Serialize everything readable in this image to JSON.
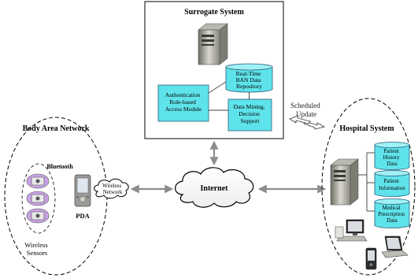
{
  "surrogate": {
    "title": "Surrogate System",
    "auth_module": [
      "Authentication",
      "Role-based",
      "Access Module"
    ],
    "repository": [
      "Real-Time",
      "BAN Data",
      "Repository"
    ],
    "data_mining": [
      "Data Mining,",
      "Decision",
      "Support"
    ]
  },
  "scheduled_update": [
    "Scheduled",
    "Update"
  ],
  "ban": {
    "title": "Body Area Network",
    "bluetooth": "Bluetooth",
    "pda": "PDA",
    "sensors_label": [
      "Wireless",
      "Sensors"
    ],
    "wireless_network": [
      "Wireless",
      "Network"
    ]
  },
  "internet": "Internet",
  "hospital": {
    "title": "Hospital System",
    "db_patient_history": [
      "Patient",
      "History",
      "Data"
    ],
    "db_patient_info": [
      "Patient",
      "Information"
    ],
    "db_medical_prescription": [
      "Medical",
      "Prescription",
      "Data"
    ]
  },
  "colors": {
    "cyan_fill": "#5fe3ea",
    "cyan_top": "#9ef1f5",
    "box_border": "#2b5f7a",
    "sensor_purple": "#c9a3e6",
    "arrow_gray": "#8c8c8c"
  }
}
